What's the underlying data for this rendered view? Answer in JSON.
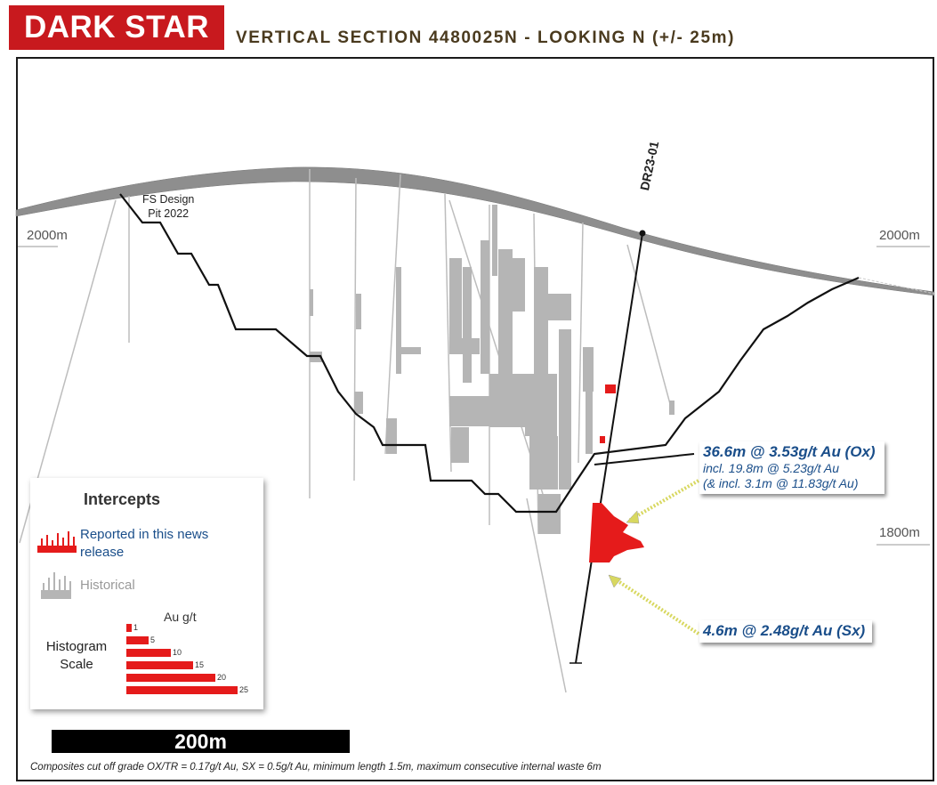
{
  "header": {
    "logo_text": "DARK STAR",
    "title": "VERTICAL SECTION 4480025N - LOOKING N (+/- 25m)"
  },
  "elevation_labels": {
    "left": "2000m",
    "right_upper": "2000m",
    "right_lower": "1800m"
  },
  "pit": {
    "label_line1": "FS Design",
    "label_line2": "Pit 2022"
  },
  "drillhole": {
    "id": "DR23-01"
  },
  "callouts": {
    "oxide": {
      "main": "36.6m @ 3.53g/t Au (Ox)",
      "sub1": "incl. 19.8m @ 5.23g/t Au",
      "sub2": "(& incl. 3.1m @ 11.83g/t Au)"
    },
    "sulphide": {
      "main": "4.6m @ 2.48g/t Au (Sx)"
    }
  },
  "legend": {
    "title": "Intercepts",
    "reported_label": "Reported in this news release",
    "historical_label": "Historical",
    "scale_unit": "Au g/t",
    "scale_label_line1": "Histogram",
    "scale_label_line2": "Scale",
    "scale_values": [
      "1",
      "5",
      "10",
      "15",
      "20",
      "25"
    ]
  },
  "scalebar": {
    "label": "200m"
  },
  "footnote": "Composites cut off grade OX/TR = 0.17g/t Au, SX = 0.5g/t Au, minimum length 1.5m, maximum consecutive internal waste 6m",
  "colors": {
    "brand_red": "#c8191e",
    "callout_text": "#1a4e8a",
    "reported": "#e51b1b",
    "historical": "#b5b5b5"
  }
}
